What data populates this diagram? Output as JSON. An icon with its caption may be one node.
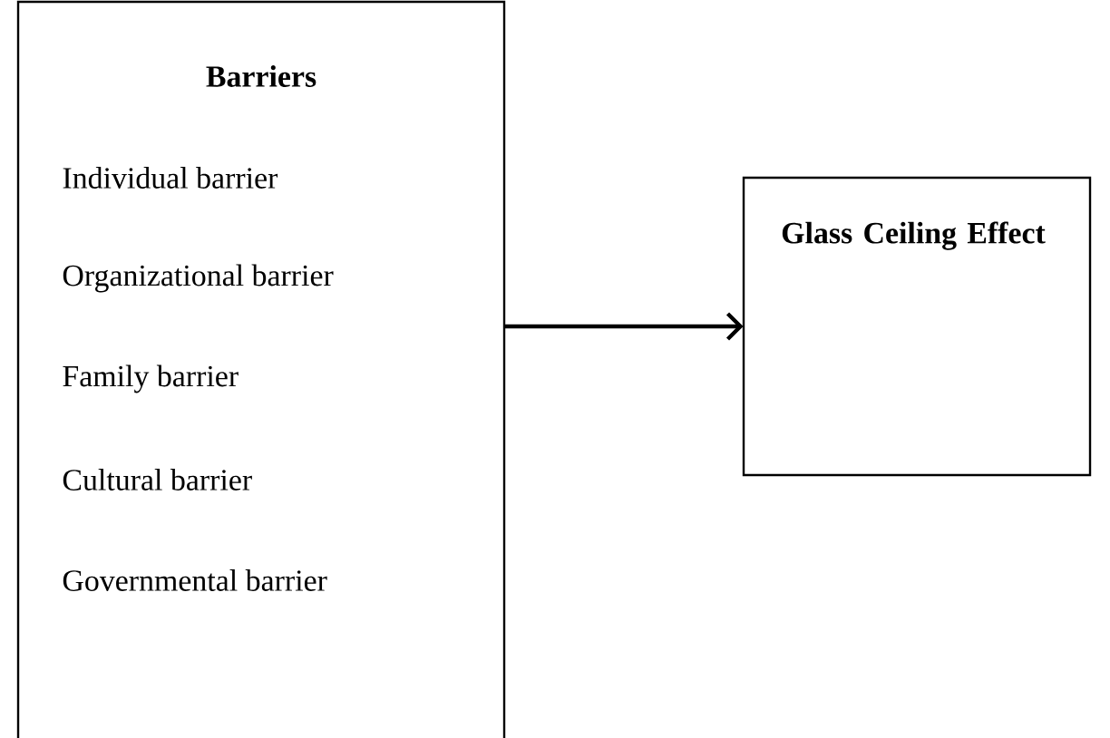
{
  "diagram": {
    "nodes": [
      {
        "text": [
          "Barriers",
          "Individual barrier",
          "Organizational barrier",
          "Family barrier",
          "Cultural barrier",
          "Governmental barrier"
        ]
      },
      {
        "text": [
          "Glass Ceiling Effect"
        ]
      }
    ],
    "edges": [
      {
        "from": 0,
        "to": 1,
        "arrow": "to"
      }
    ]
  }
}
